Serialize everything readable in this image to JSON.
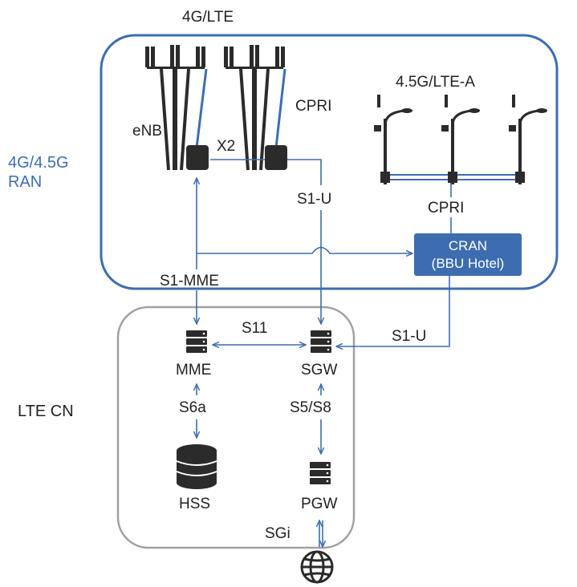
{
  "regions": {
    "ran": {
      "title": "4G/4.5G",
      "subtitle": "RAN"
    },
    "cn": {
      "title": "LTE CN"
    }
  },
  "towers": {
    "group_label": "4G/LTE",
    "enb_label": "eNB",
    "x2_label": "X2",
    "cpri_label": "CPRI"
  },
  "small_cells": {
    "label": "4.5G/LTE-A",
    "cpri_label": "CPRI"
  },
  "cran": {
    "line1": "CRAN",
    "line2": "(BBU Hotel)"
  },
  "interfaces": {
    "s1_mme": "S1-MME",
    "s1_u_enb": "S1-U",
    "s1_u_cran": "S1-U",
    "s11": "S11",
    "s6a": "S6a",
    "s5_s8": "S5/S8",
    "sgi": "SGi"
  },
  "nodes": {
    "mme": "MME",
    "sgw": "SGW",
    "hss": "HSS",
    "pgw": "PGW"
  },
  "colors": {
    "blue": "#3d6db0",
    "dark": "#2b2b2b",
    "gray_border": "#a0a0a0",
    "cran_fill": "#3d6db0"
  }
}
